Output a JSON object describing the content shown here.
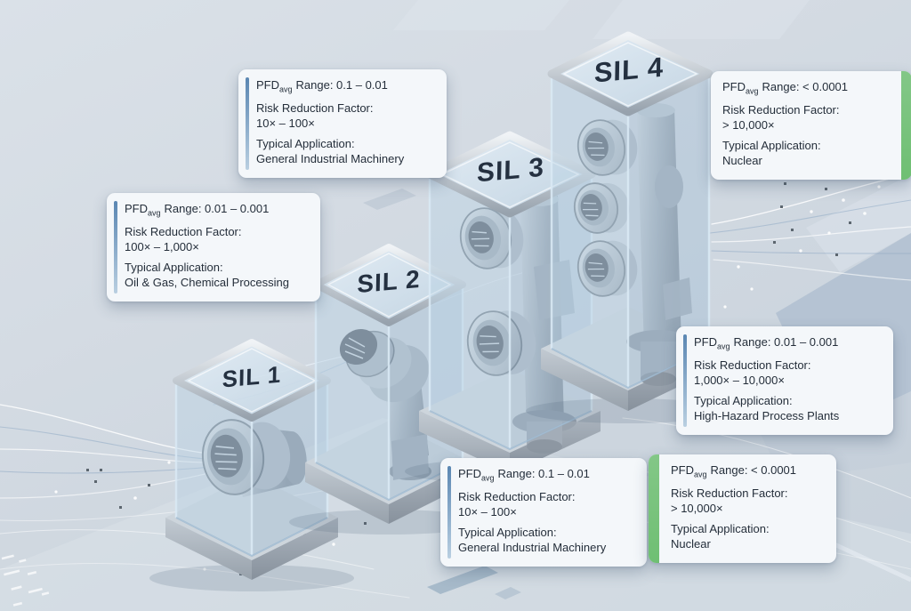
{
  "figure": {
    "type": "isometric infographic",
    "topic": "SIL (Safety Integrity Level) glass showcase comparison"
  },
  "boxes": [
    {
      "label": "SIL 1"
    },
    {
      "label": "SIL 2"
    },
    {
      "label": "SIL 3"
    },
    {
      "label": "SIL 4"
    }
  ],
  "cards": [
    {
      "id": "top-center-left",
      "accent": "blue",
      "pfd_label": "PFD",
      "pfd_sub": "avg",
      "pfd_text": "Range: 0.1 – 0.01",
      "rrf_label": "Risk Reduction Factor:",
      "rrf_value": "10× – 100×",
      "app_label": "Typical Application:",
      "app_value": "General Industrial Machinery"
    },
    {
      "id": "left",
      "accent": "blue",
      "pfd_label": "PFD",
      "pfd_sub": "avg",
      "pfd_text": "Range: 0.01 – 0.001",
      "rrf_label": "Risk Reduction Factor:",
      "rrf_value": "100× – 1,000×",
      "app_label": "Typical Application:",
      "app_value": "Oil & Gas, Chemical Processing"
    },
    {
      "id": "top-right",
      "accent": "green",
      "pfd_label": "PFD",
      "pfd_sub": "avg",
      "pfd_text": "Range: < 0.0001",
      "rrf_label": "Risk Reduction Factor:",
      "rrf_value": "> 10,000×",
      "app_label": "Typical Application:",
      "app_value": "Nuclear"
    },
    {
      "id": "right",
      "accent": "blue",
      "pfd_label": "PFD",
      "pfd_sub": "avg",
      "pfd_text": "Range: 0.01 – 0.001",
      "rrf_label": "Risk Reduction Factor:",
      "rrf_value": "1,000× – 10,000×",
      "app_label": "Typical Application:",
      "app_value": "High-Hazard Process Plants"
    },
    {
      "id": "bottom-center",
      "accent": "blue",
      "pfd_label": "PFD",
      "pfd_sub": "avg",
      "pfd_text": "Range: 0.1 – 0.01",
      "rrf_label": "Risk Reduction Factor:",
      "rrf_value": "10× – 100×",
      "app_label": "Typical Application:",
      "app_value": "General Industrial Machinery"
    },
    {
      "id": "bottom-right",
      "accent": "green",
      "pfd_label": "PFD",
      "pfd_sub": "avg",
      "pfd_text": "Range: < 0.0001",
      "rrf_label": "Risk Reduction Factor:",
      "rrf_value": "> 10,000×",
      "app_label": "Typical Application:",
      "app_value": "Nuclear"
    }
  ],
  "colors": {
    "accent_blue": "#5a86b2",
    "accent_green": "#6fbf73",
    "card_bg": "#f4f7fa",
    "text_dark": "#242e3a",
    "background": "#d3dbe3"
  }
}
